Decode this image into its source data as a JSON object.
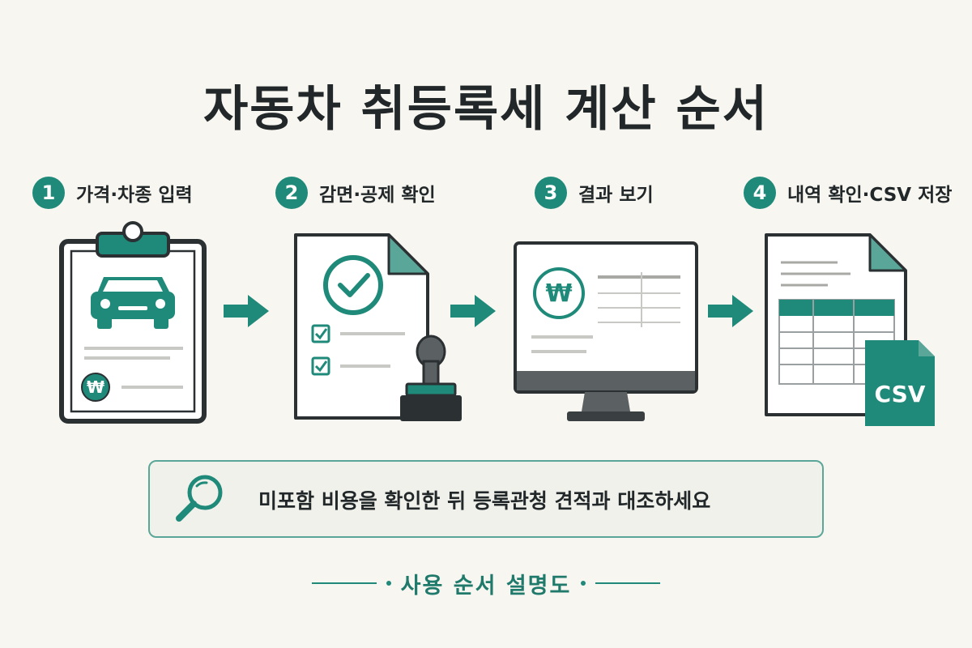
{
  "title": "자동차 취등록세 계산 순서",
  "colors": {
    "accent": "#1f8a7a",
    "dark": "#2b3033",
    "background": "#f8f6f0"
  },
  "steps": [
    {
      "number": "1",
      "label": "가격·차종 입력",
      "icon": "clipboard-car-icon"
    },
    {
      "number": "2",
      "label": "감면·공제 확인",
      "icon": "document-check-stamp-icon"
    },
    {
      "number": "3",
      "label": "결과 보기",
      "icon": "monitor-result-icon"
    },
    {
      "number": "4",
      "label": "내역 확인·CSV 저장",
      "icon": "spreadsheet-csv-icon"
    }
  ],
  "won_symbol": "₩",
  "csv_label": "CSV",
  "tip": {
    "text": "미포함 비용을 확인한 뒤 등록관청 견적과 대조하세요",
    "icon": "magnifier-icon"
  },
  "caption": "사용 순서 설명도"
}
